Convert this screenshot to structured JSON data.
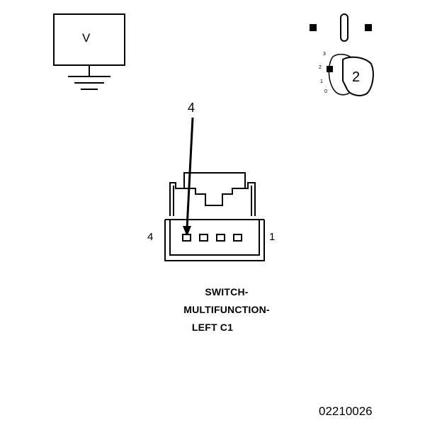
{
  "voltmeter": {
    "symbol": "V"
  },
  "connector": {
    "callout_pin": "4",
    "left_pin_label": "4",
    "right_pin_label": "1",
    "name_lines": [
      "SWITCH-",
      "MULTIFUNCTION-",
      "LEFT C1"
    ]
  },
  "switch_icon": {
    "positions": [
      "3",
      "2",
      "1",
      "0"
    ],
    "step_number": "2"
  },
  "figure_code": "02210026"
}
